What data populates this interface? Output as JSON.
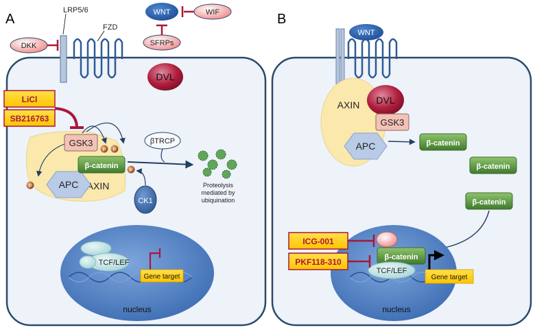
{
  "panel_a": {
    "letter": "A",
    "receptor_label": "LRP5/6",
    "fzd_label": "FZD",
    "wnt": "WNT",
    "wif": "WIF",
    "sfrps": "SFRPs",
    "dkk": "DKK",
    "dvl": "DVL",
    "inhibitor_1": "LiCl",
    "inhibitor_2": "SB216763",
    "gsk3": "GSK3",
    "beta_catenin": "β-catenin",
    "apc": "APC",
    "axin": "AXIN",
    "btrcp": "βTRCP",
    "ck1": "CK1",
    "phospho": "P",
    "proteolysis_line1": "Proteolysis",
    "proteolysis_line2": "mediated by",
    "proteolysis_line3": "ubiquination",
    "tcf_lef": "TCF/LEF",
    "gene_target": "Gene target",
    "nucleus": "nucleus"
  },
  "panel_b": {
    "letter": "B",
    "wnt": "WNT",
    "axin": "AXIN",
    "dvl": "DVL",
    "gsk3": "GSK3",
    "apc": "APC",
    "beta_catenin": "β-catenin",
    "inhibitor_1": "ICG-001",
    "inhibitor_2": "PKF118-310",
    "tcf_lef": "TCF/LEF",
    "gene_target": "Gene target",
    "nucleus": "nucleus"
  },
  "colors": {
    "cell_fill": "#eef2f9",
    "cell_stroke": "#2b4a6b",
    "inhibit_red": "#a8173d",
    "arrow_navy": "#1f3f63",
    "nucleus_blue": "#4f7fc0",
    "green": "#4f8a3a",
    "yellow": "#ffd21f",
    "gsk_pink": "#f3c2b6",
    "dvl_red": "#b01f3d",
    "apc_blue": "#b9cbe6",
    "axin_cream": "#fbe8ad",
    "phospho_brown": "#b5652c"
  }
}
